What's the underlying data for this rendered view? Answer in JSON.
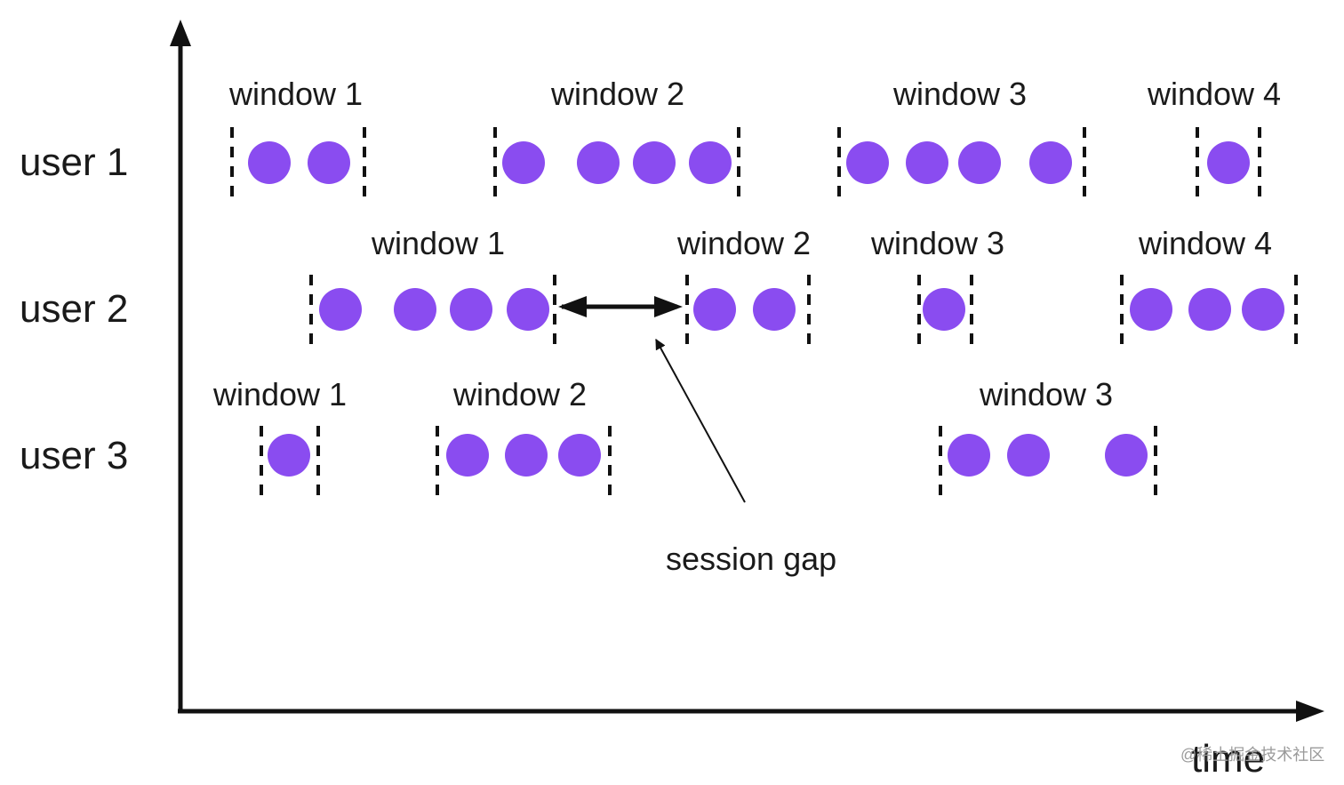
{
  "axis": {
    "x_label": "time"
  },
  "users": [
    {
      "label": "user 1",
      "windows": [
        {
          "label": "window 1",
          "events": 2
        },
        {
          "label": "window 2",
          "events": 4
        },
        {
          "label": "window 3",
          "events": 4
        },
        {
          "label": "window 4",
          "events": 1
        }
      ]
    },
    {
      "label": "user 2",
      "windows": [
        {
          "label": "window 1",
          "events": 4
        },
        {
          "label": "window 2",
          "events": 2
        },
        {
          "label": "window 3",
          "events": 1
        },
        {
          "label": "window 4",
          "events": 3
        }
      ]
    },
    {
      "label": "user 3",
      "windows": [
        {
          "label": "window 1",
          "events": 1
        },
        {
          "label": "window 2",
          "events": 3
        },
        {
          "label": "window 3",
          "events": 3
        }
      ]
    }
  ],
  "annotation": {
    "label": "session gap"
  },
  "watermark": "@稀土掘金技术社区",
  "colors": {
    "event_dot": "#8a4cf0",
    "ink": "#111111"
  }
}
